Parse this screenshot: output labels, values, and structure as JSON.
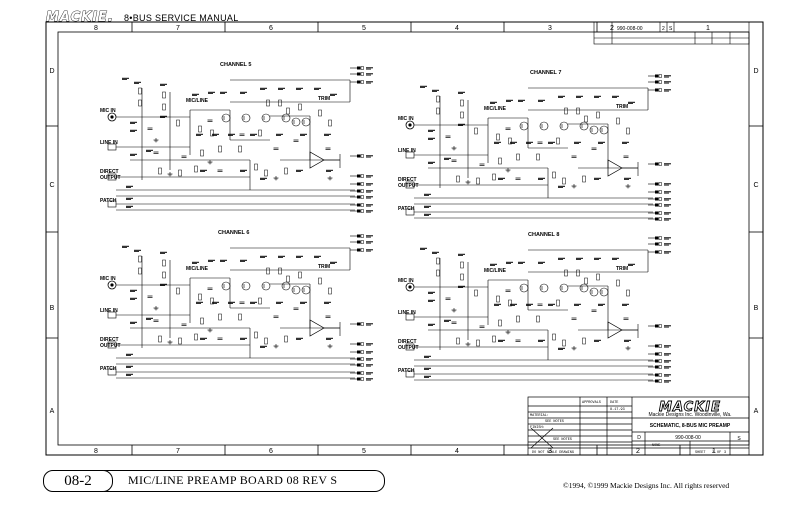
{
  "header": {
    "logo": "MACKIE.",
    "manual_title": "8•BUS SERVICE MANUAL"
  },
  "zones": {
    "columns": [
      "8",
      "7",
      "6",
      "5",
      "4",
      "3",
      "2",
      "1"
    ],
    "rows": [
      "D",
      "C",
      "B",
      "A"
    ]
  },
  "channels": [
    {
      "title": "CHANNEL 5",
      "mic_in": "MIC IN",
      "line_in": "LINE IN",
      "direct_output": "DIRECT\nOUTPUT",
      "patch": "PATCH",
      "mic_line": "MIC/LINE",
      "trim": "TRIM"
    },
    {
      "title": "CHANNEL 6",
      "mic_in": "MIC IN",
      "line_in": "LINE IN",
      "direct_output": "DIRECT\nOUTPUT",
      "patch": "PATCH",
      "mic_line": "MIC/LINE",
      "trim": "TRIM"
    },
    {
      "title": "CHANNEL 7",
      "mic_in": "MIC IN",
      "line_in": "LINE IN",
      "direct_output": "DIRECT\nOUTPUT",
      "patch": "PATCH",
      "mic_line": "MIC/LINE",
      "trim": "TRIM"
    },
    {
      "title": "CHANNEL 8",
      "mic_in": "MIC IN",
      "line_in": "LINE IN",
      "direct_output": "DIRECT\nOUTPUT",
      "patch": "PATCH",
      "mic_line": "MIC/LINE",
      "trim": "TRIM"
    }
  ],
  "revision_block": {
    "drawing_number": "990-008-00",
    "sheet": "2",
    "rev": "S"
  },
  "title_block": {
    "logo": "MACKIE",
    "company": "Mackie Designs Inc. Woodinville, Wa.",
    "drawing_title": "SCHEMATIC, 8-BUS MIC PREAMP",
    "drawing_number": "990-008-00",
    "size": "D",
    "rev": "S",
    "date": "8-17-93",
    "scale": "NONE",
    "sheet": "2",
    "of": "3",
    "do_not_scale": "DO NOT SCALE DRAWING",
    "see_notes_1": "SEE NOTES",
    "see_notes_2": "SEE NOTES",
    "material": "MATERIAL:",
    "finish": "FINISH:",
    "approvals": "APPROVALS",
    "date_label": "DATE",
    "sheet_label": "SHEET",
    "of_label": "OF"
  },
  "footer": {
    "page_number": "08-2",
    "board_title": "MIC/LINE PREAMP BOARD 08 REV S",
    "copyright": "©1994, ©1999 Mackie Designs Inc. All rights reserved"
  }
}
